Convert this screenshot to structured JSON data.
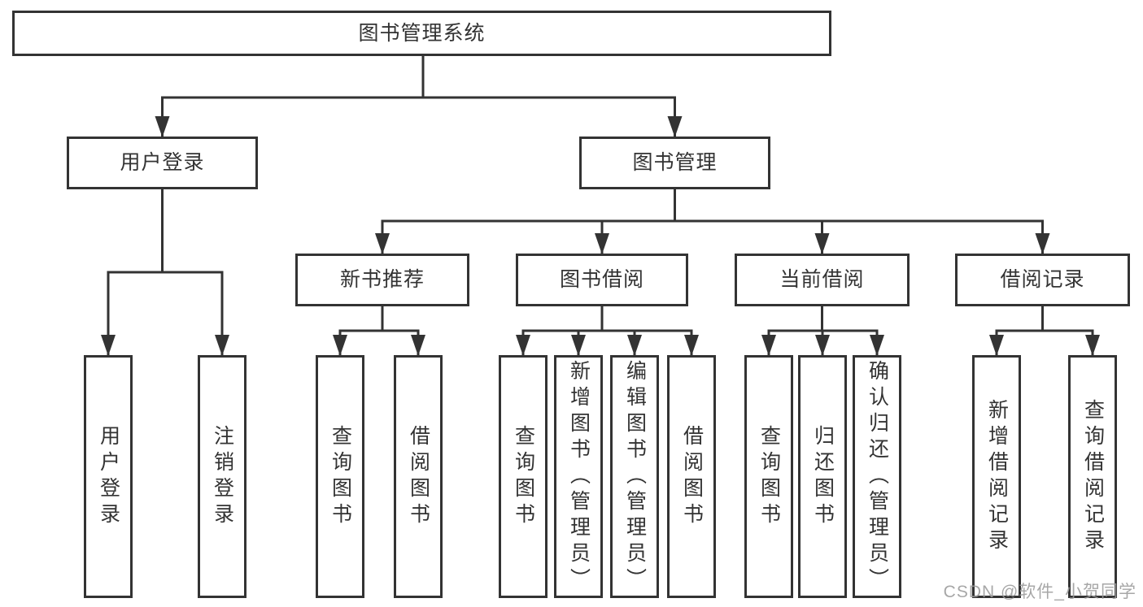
{
  "diagram": {
    "root": {
      "label": "图书管理系统"
    },
    "branches": [
      {
        "label": "用户登录",
        "children": [
          {
            "label": "用户登录"
          },
          {
            "label": "注销登录"
          }
        ]
      },
      {
        "label": "图书管理",
        "children": [
          {
            "label": "新书推荐",
            "children": [
              {
                "label": "查询图书"
              },
              {
                "label": "借阅图书"
              }
            ]
          },
          {
            "label": "图书借阅",
            "children": [
              {
                "label": "查询图书"
              },
              {
                "label": "新增图书（管理员）"
              },
              {
                "label": "编辑图书（管理员）"
              },
              {
                "label": "借阅图书"
              }
            ]
          },
          {
            "label": "当前借阅",
            "children": [
              {
                "label": "查询图书"
              },
              {
                "label": "归还图书"
              },
              {
                "label": "确认归还（管理员）"
              }
            ]
          },
          {
            "label": "借阅记录",
            "children": [
              {
                "label": "新增借阅记录"
              },
              {
                "label": "查询借阅记录"
              }
            ]
          }
        ]
      }
    ]
  },
  "watermark": {
    "text": "CSDN @软件_小贺同学"
  },
  "colors": {
    "line": "#333333",
    "box_border": "#333333",
    "text": "#333333",
    "watermark": "#9b9b9b",
    "background": "#ffffff"
  }
}
